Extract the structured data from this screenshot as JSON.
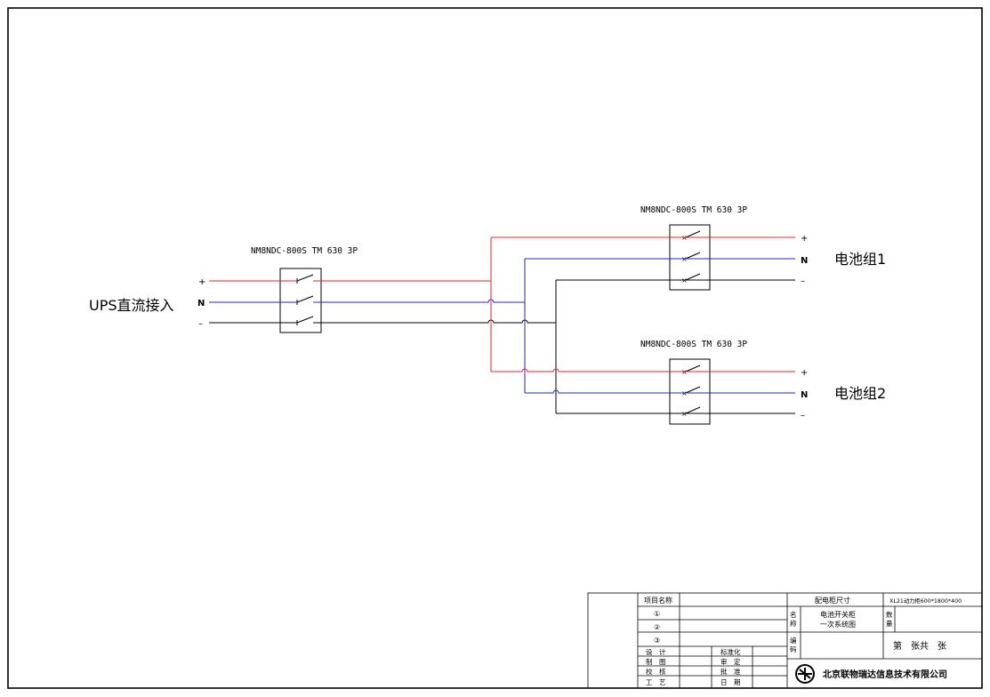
{
  "input": {
    "label": "UPS直流接入",
    "terminals": [
      "+",
      "N",
      "–"
    ],
    "breaker_model": "NM8NDC-800S TM 630 3P"
  },
  "outputs": [
    {
      "label": "电池组1",
      "terminals": [
        "+",
        "N",
        "–"
      ],
      "breaker_model": "NM8NDC-800S TM 630 3P"
    },
    {
      "label": "电池组2",
      "terminals": [
        "+",
        "N",
        "–"
      ],
      "breaker_model": "NM8NDC-800S TM 630 3P"
    }
  ],
  "wire_colors": {
    "positive": "#e8202a",
    "neutral": "#2323d6",
    "negative": "#000000"
  },
  "title_block": {
    "project_name_label": "项目名称",
    "rev_marks": [
      "①",
      "②",
      "③"
    ],
    "cabinet_size_label": "配电柜尺寸",
    "cabinet_size_value": "XL21动力柜600*1800*400",
    "name_label_1": "名",
    "name_label_2": "称",
    "drawing_name_1": "电池开关柜",
    "drawing_name_2": "一次系统图",
    "quantity_label_1": "数",
    "quantity_label_2": "量",
    "code_label_1": "编",
    "code_label_2": "码",
    "sheet_no": "第　张共　张",
    "roles_left": [
      "设　计",
      "制　图",
      "校　核",
      "工　艺"
    ],
    "roles_right": [
      "标准化",
      "审　定",
      "批　准",
      "日　期"
    ],
    "company": "北京联物瑞达信息技术有限公司"
  }
}
